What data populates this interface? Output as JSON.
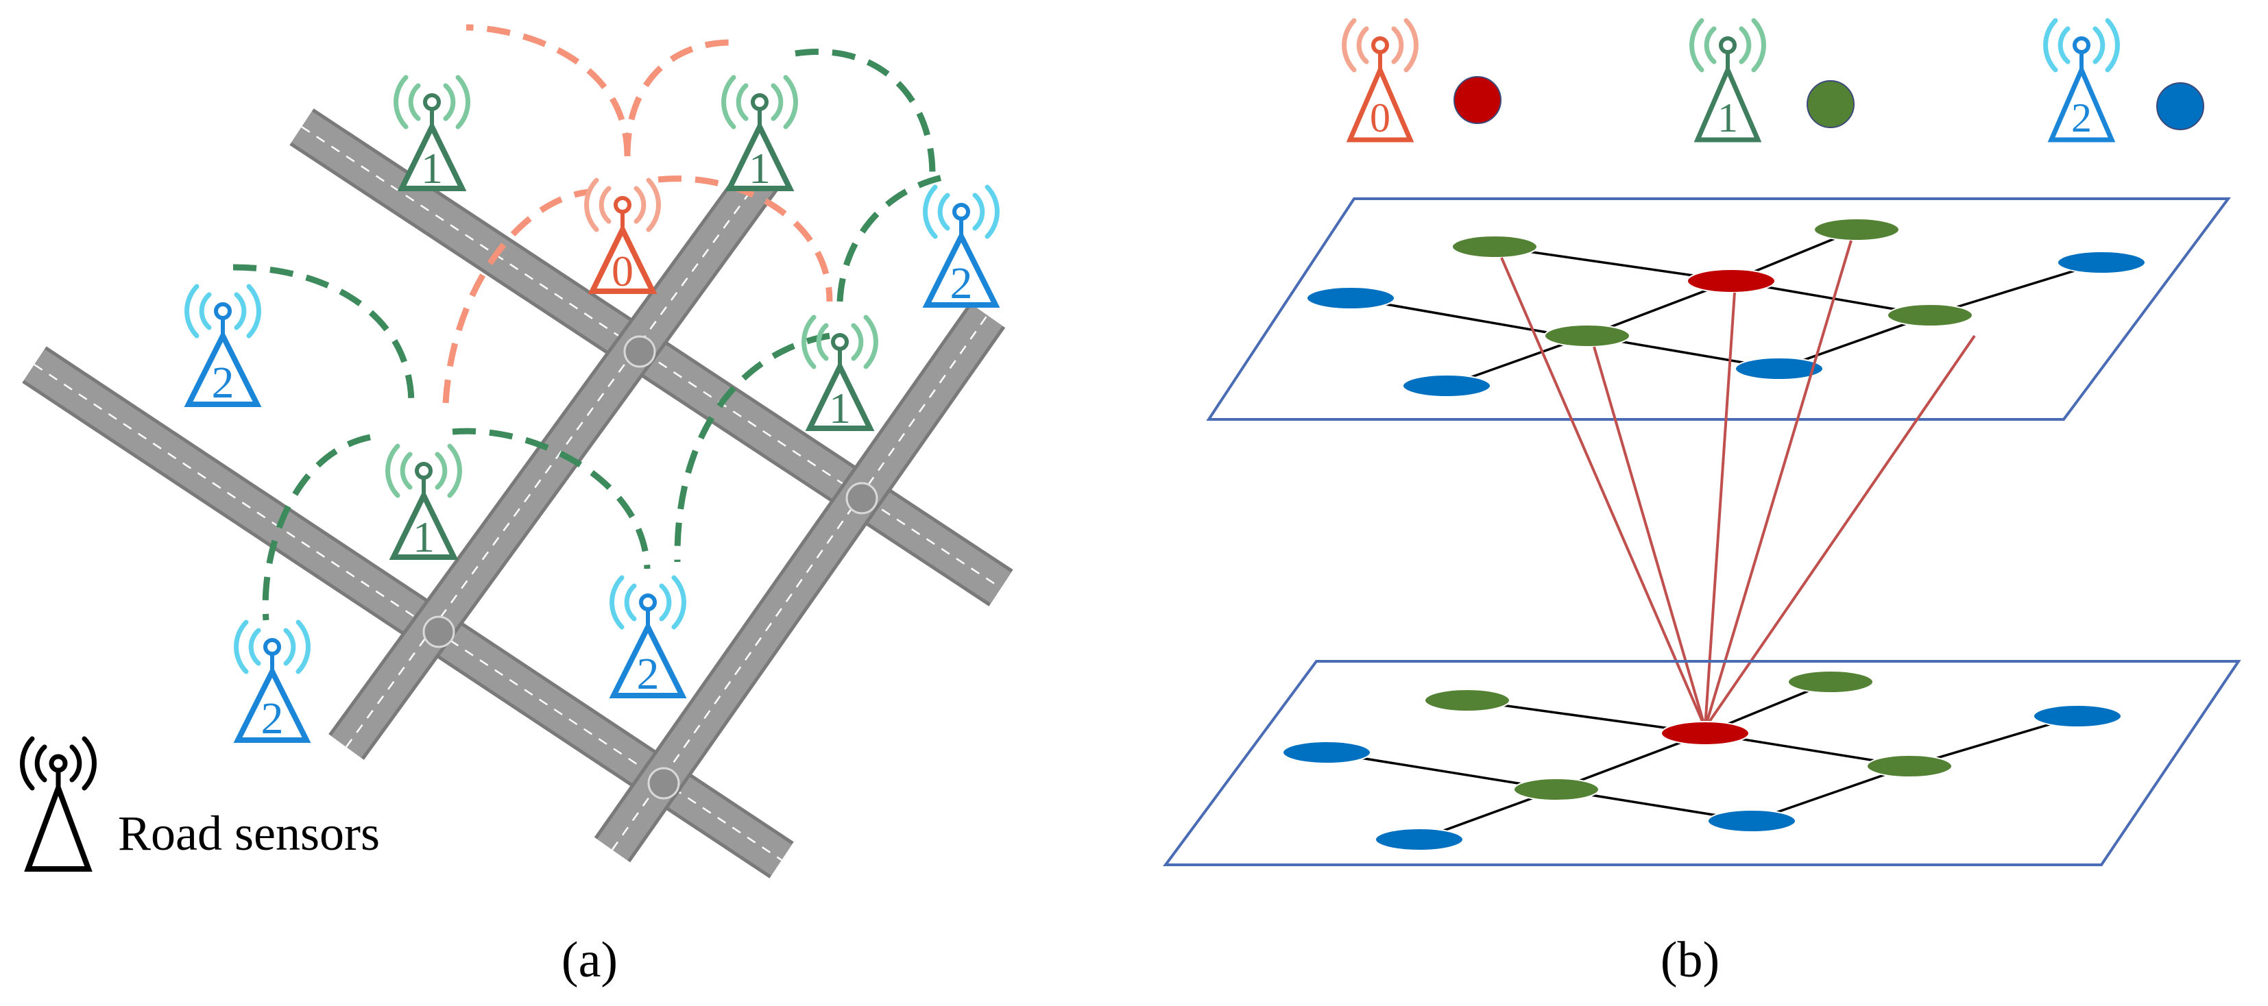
{
  "panel_a": {
    "caption": "(a)",
    "legend_label": "Road sensors",
    "sensor_levels": [
      "0",
      "1",
      "1",
      "1",
      "1",
      "2",
      "2",
      "2",
      "2"
    ]
  },
  "panel_b": {
    "caption": "(b)",
    "legend": [
      {
        "level": "0",
        "color": "#c00000"
      },
      {
        "level": "1",
        "color": "#548235"
      },
      {
        "level": "2",
        "color": "#0070c0"
      }
    ]
  },
  "colors": {
    "level0_icon": "#e35a3a",
    "level0_wave": "#f4a58f",
    "level1_icon": "#3f7f5f",
    "level1_wave": "#7ec8a0",
    "level2_icon": "#1b86d8",
    "level2_wave": "#5fd3ee",
    "dash_orange": "#f4937a",
    "dash_green": "#3d8a5c",
    "road": "#7a7a7a",
    "plane_border": "#4a6cb5",
    "link_red": "#c0504d"
  }
}
